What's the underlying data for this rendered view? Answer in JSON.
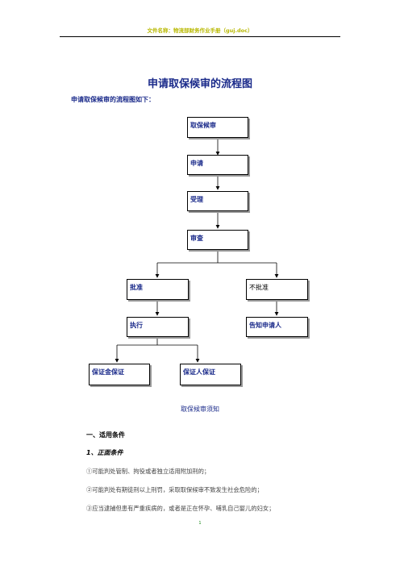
{
  "header": {
    "text": "文件名称：物流部财务作业手册（guj.doc）"
  },
  "title": "申请取保候审的流程图",
  "intro": "申请取保候审的流程图如下：",
  "flow": {
    "apply_bail": "取保候审",
    "application": "申请",
    "acceptance": "受理",
    "review": "审查",
    "approve": "批准",
    "reject": "不批准",
    "execute": "执行",
    "notify": "告知申请人",
    "bond": "保证金保证",
    "guarantor": "保证人保证"
  },
  "subtitle": "取保候审须知",
  "section1": "一、适用条件",
  "subsection1": "1、正面条件",
  "items": [
    "①可能判处管制、拘役或者独立适用附加刑的；",
    "②可能判处有期徒刑以上刑罚，采取取保候审不致发生社会危险的；",
    "③应当逮捕但患有严重疾病的，或者是正在怀孕、哺乳自己婴儿的妇女；"
  ],
  "page_number": "1"
}
